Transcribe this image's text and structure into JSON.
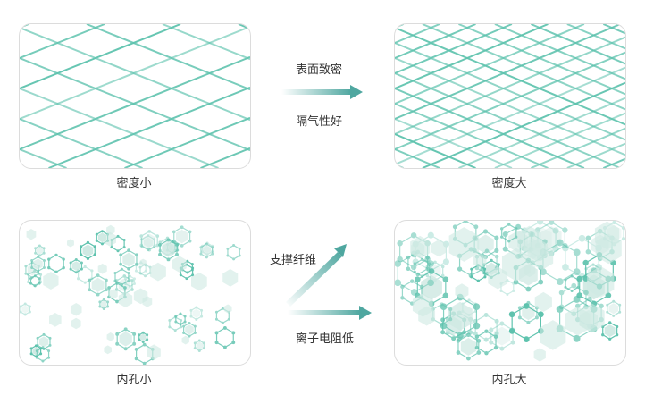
{
  "colors": {
    "teal": "#5cc2ad",
    "teal_light": "#cfe9e3",
    "arrow": "#4fa7a0"
  },
  "top": {
    "left_caption": "密度小",
    "right_caption": "密度大",
    "note_above": "表面致密",
    "note_below": "隔气性好"
  },
  "bottom": {
    "left_caption": "内孔小",
    "right_caption": "内孔大",
    "note_diagonal": "支撑纤维",
    "note_horizontal": "离子电阻低"
  }
}
